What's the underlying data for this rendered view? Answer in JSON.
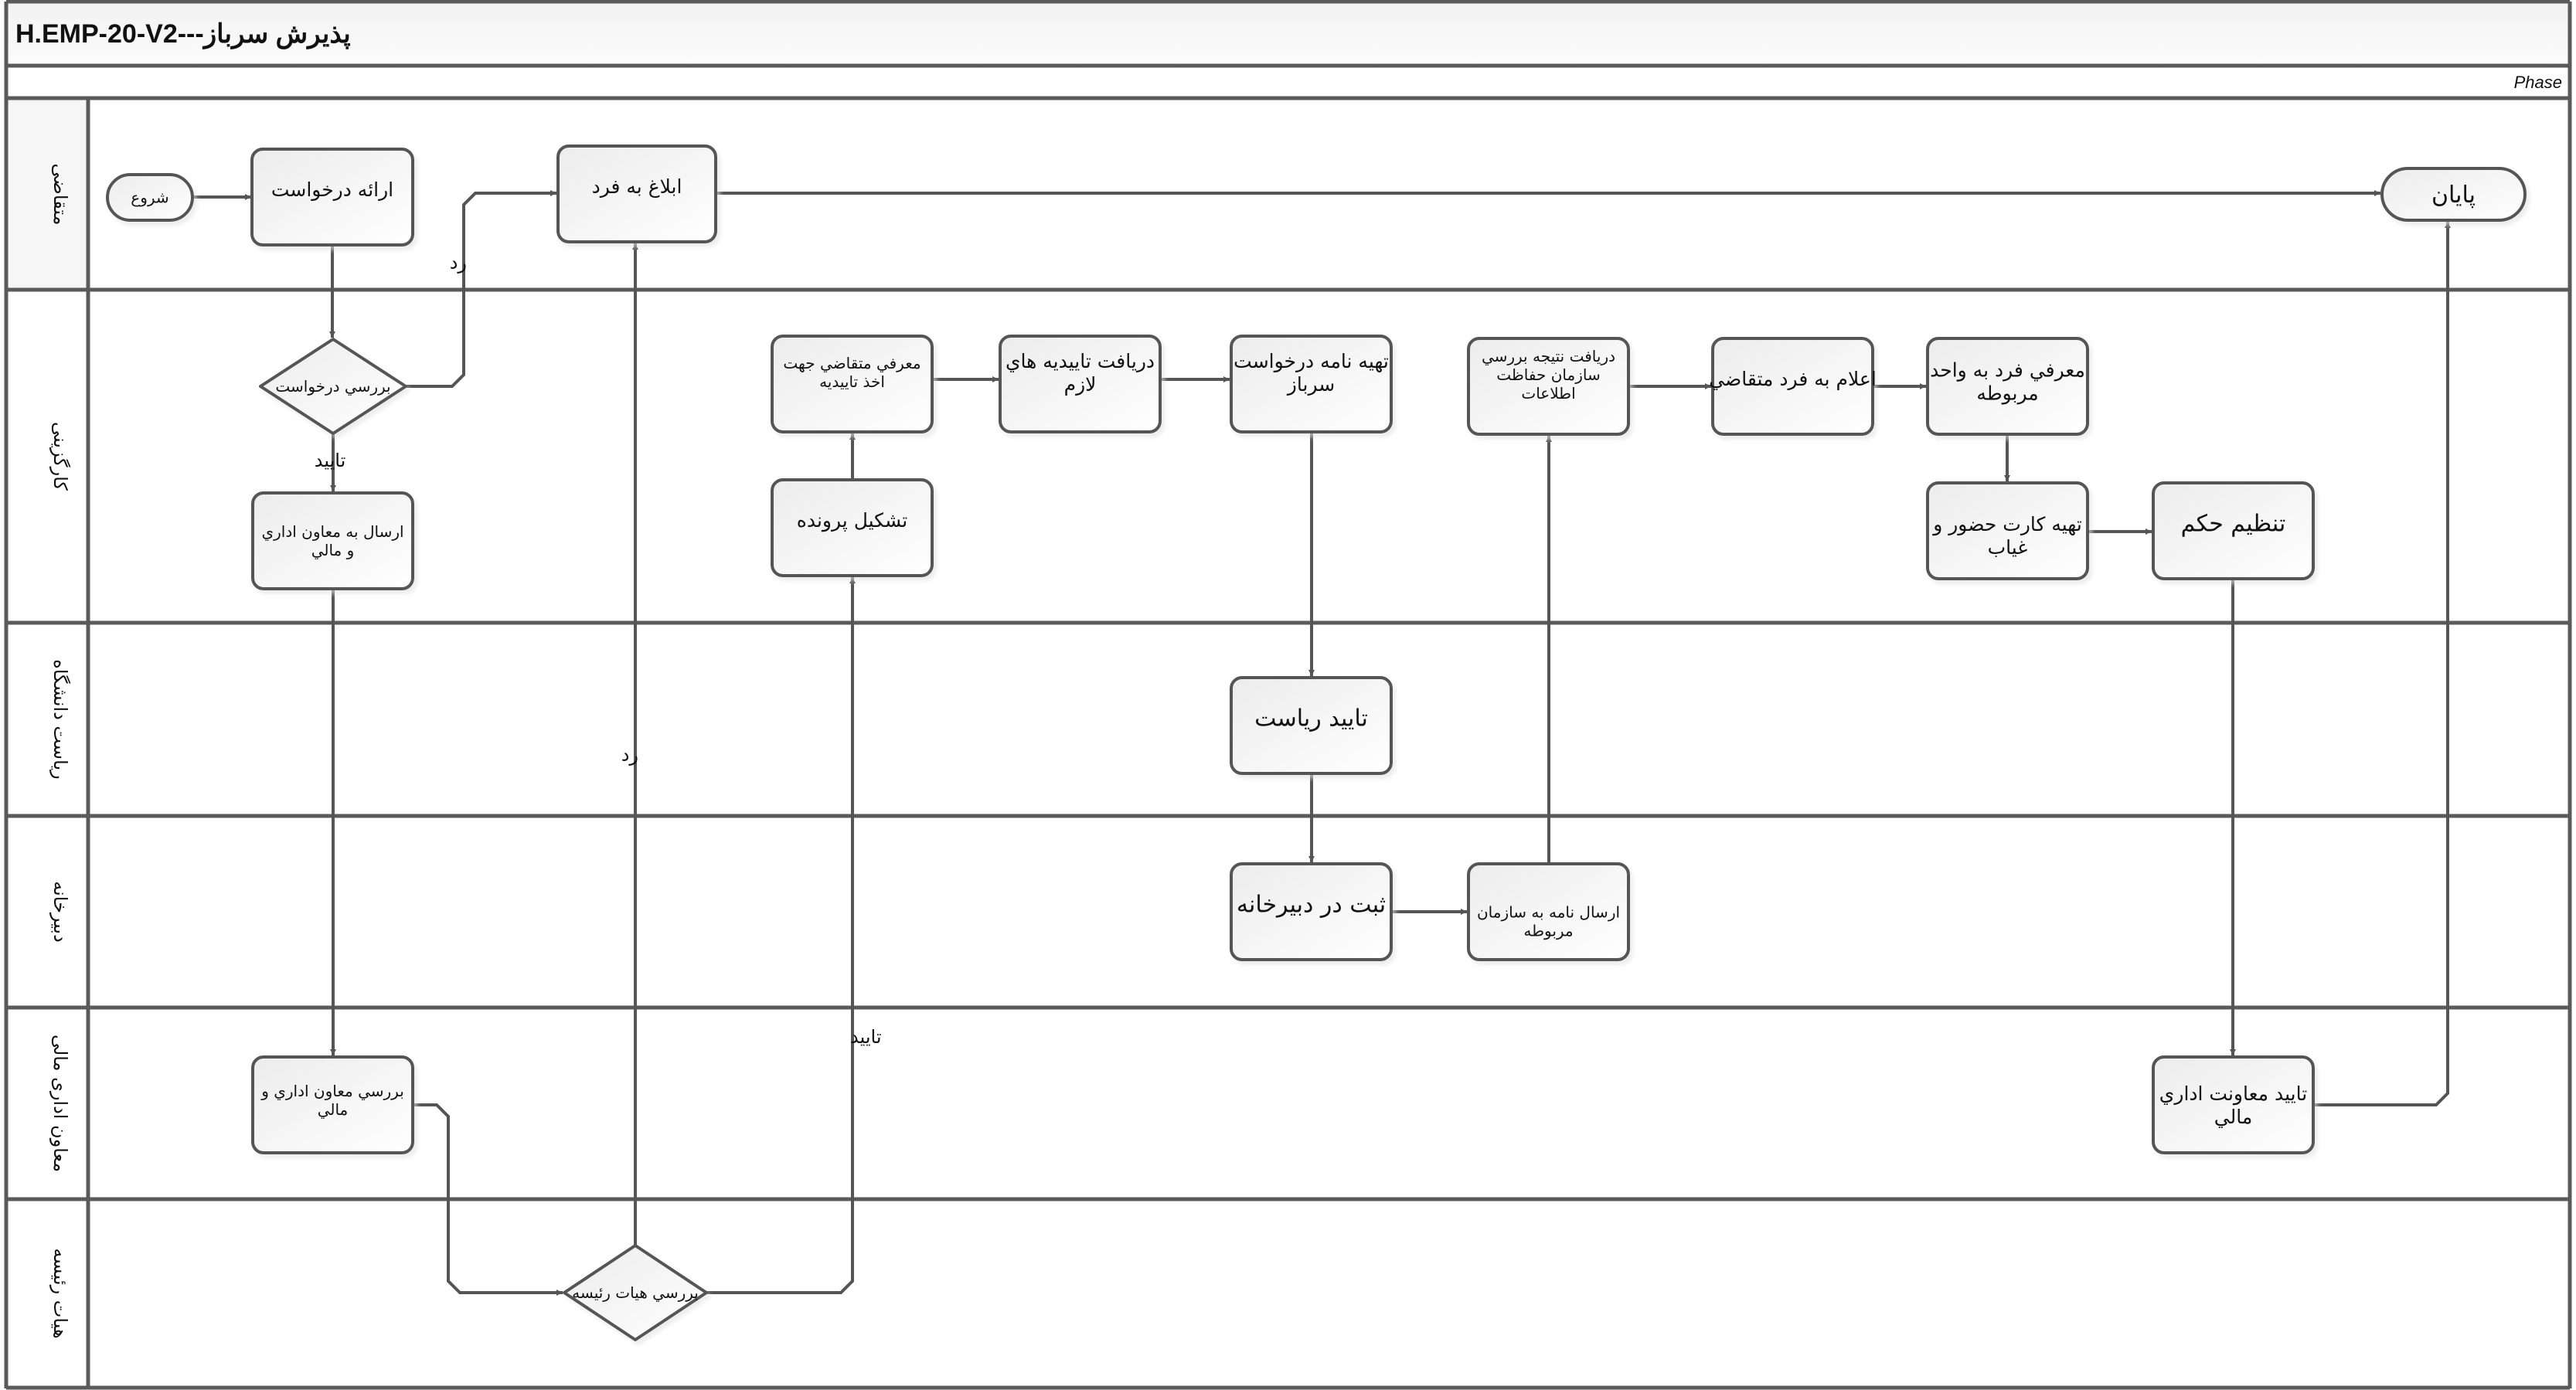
{
  "header": {
    "title": "H.EMP-20-V2---پذیرش سرباز",
    "phase_label": "Phase"
  },
  "colors": {
    "line": "#555555",
    "border": "#5a5a5a",
    "node_fill_top": "#efefef",
    "node_fill_bottom": "#ffffff",
    "lane_header_fill": "#f7f7f7"
  },
  "lanes": [
    {
      "id": "applicant",
      "label": "متقاضی"
    },
    {
      "id": "hr",
      "label": "کارگزینی"
    },
    {
      "id": "presidency",
      "label": "ریاست دانشگاه"
    },
    {
      "id": "secretariat",
      "label": "دبیرخانه"
    },
    {
      "id": "admin_deputy",
      "label": "معاون اداری مالی"
    },
    {
      "id": "board",
      "label": "هیات رئیسه"
    }
  ],
  "nodes": [
    {
      "id": "start",
      "type": "terminal",
      "lane": "applicant",
      "lines": [
        "شروع"
      ],
      "size": "small"
    },
    {
      "id": "submit",
      "type": "task",
      "lane": "applicant",
      "lines": [
        "ارائه درخواست"
      ],
      "size": "medium"
    },
    {
      "id": "notify",
      "type": "task",
      "lane": "applicant",
      "lines": [
        "ابلاغ به فرد"
      ],
      "size": "medium"
    },
    {
      "id": "end",
      "type": "terminal",
      "lane": "applicant",
      "lines": [
        "پایان"
      ],
      "size": "large"
    },
    {
      "id": "review",
      "type": "decision",
      "lane": "hr",
      "lines": [
        "بررسي درخواست"
      ],
      "size": "small"
    },
    {
      "id": "send_deputy",
      "type": "task",
      "lane": "hr",
      "lines": [
        "ارسال به معاون اداري",
        "و مالي"
      ],
      "size": "small"
    },
    {
      "id": "intro",
      "type": "task",
      "lane": "hr",
      "lines": [
        "معرفي متقاضي جهت",
        "اخذ تاييديه"
      ],
      "size": "small"
    },
    {
      "id": "file",
      "type": "task",
      "lane": "hr",
      "lines": [
        "تشکیل پرونده"
      ],
      "size": "medium"
    },
    {
      "id": "receive_conf",
      "type": "task",
      "lane": "hr",
      "lines": [
        "دريافت تاييديه هاي",
        "لازم"
      ],
      "size": "medium"
    },
    {
      "id": "letter",
      "type": "task",
      "lane": "hr",
      "lines": [
        "تهيه نامه درخواست",
        "سرباز"
      ],
      "size": "medium"
    },
    {
      "id": "result",
      "type": "task",
      "lane": "hr",
      "lines": [
        "دريافت نتيجه بررسي",
        "سازمان حفاظت",
        "اطلاعات"
      ],
      "size": "small"
    },
    {
      "id": "inform",
      "type": "task",
      "lane": "hr",
      "lines": [
        "اعلام به فرد متقاضي"
      ],
      "size": "medium"
    },
    {
      "id": "intro_unit",
      "type": "task",
      "lane": "hr",
      "lines": [
        "معرفي فرد به واحد",
        "مربوطه"
      ],
      "size": "medium"
    },
    {
      "id": "card",
      "type": "task",
      "lane": "hr",
      "lines": [
        "تهيه کارت حضور و",
        "غياب"
      ],
      "size": "medium"
    },
    {
      "id": "decree",
      "type": "task",
      "lane": "hr",
      "lines": [
        "تنظیم حکم"
      ],
      "size": "large"
    },
    {
      "id": "pres_approve",
      "type": "task",
      "lane": "presidency",
      "lines": [
        "تاييد رياست"
      ],
      "size": "large"
    },
    {
      "id": "register",
      "type": "task",
      "lane": "secretariat",
      "lines": [
        "ثبت در دبيرخانه"
      ],
      "size": "large"
    },
    {
      "id": "send_letter",
      "type": "task",
      "lane": "secretariat",
      "lines": [
        "ارسال نامه به سازمان",
        "مربوطه"
      ],
      "size": "small"
    },
    {
      "id": "deputy_review",
      "type": "task",
      "lane": "admin_deputy",
      "lines": [
        "بررسي معاون اداري و",
        "مالي"
      ],
      "size": "small"
    },
    {
      "id": "deputy_approve",
      "type": "task",
      "lane": "admin_deputy",
      "lines": [
        "تاييد معاونت اداري",
        "مالي"
      ],
      "size": "medium"
    },
    {
      "id": "board_review",
      "type": "decision",
      "lane": "board",
      "lines": [
        "بررسي هيات رئيسه"
      ],
      "size": "small"
    }
  ],
  "edges": [
    {
      "from": "start",
      "to": "submit",
      "label": ""
    },
    {
      "from": "submit",
      "to": "review",
      "label": ""
    },
    {
      "from": "review",
      "to": "notify",
      "label": "رد"
    },
    {
      "from": "review",
      "to": "send_deputy",
      "label": "تاييد"
    },
    {
      "from": "send_deputy",
      "to": "deputy_review",
      "label": ""
    },
    {
      "from": "deputy_review",
      "to": "board_review",
      "label": ""
    },
    {
      "from": "board_review",
      "to": "notify",
      "label": "رد"
    },
    {
      "from": "board_review",
      "to": "file",
      "label": "تاييد"
    },
    {
      "from": "file",
      "to": "intro",
      "label": ""
    },
    {
      "from": "intro",
      "to": "receive_conf",
      "label": ""
    },
    {
      "from": "receive_conf",
      "to": "letter",
      "label": ""
    },
    {
      "from": "letter",
      "to": "pres_approve",
      "label": ""
    },
    {
      "from": "pres_approve",
      "to": "register",
      "label": ""
    },
    {
      "from": "register",
      "to": "send_letter",
      "label": ""
    },
    {
      "from": "send_letter",
      "to": "result",
      "label": ""
    },
    {
      "from": "result",
      "to": "inform",
      "label": ""
    },
    {
      "from": "inform",
      "to": "intro_unit",
      "label": ""
    },
    {
      "from": "intro_unit",
      "to": "card",
      "label": ""
    },
    {
      "from": "card",
      "to": "decree",
      "label": ""
    },
    {
      "from": "decree",
      "to": "deputy_approve",
      "label": ""
    },
    {
      "from": "deputy_approve",
      "to": "end",
      "label": ""
    },
    {
      "from": "notify",
      "to": "end",
      "label": ""
    }
  ]
}
